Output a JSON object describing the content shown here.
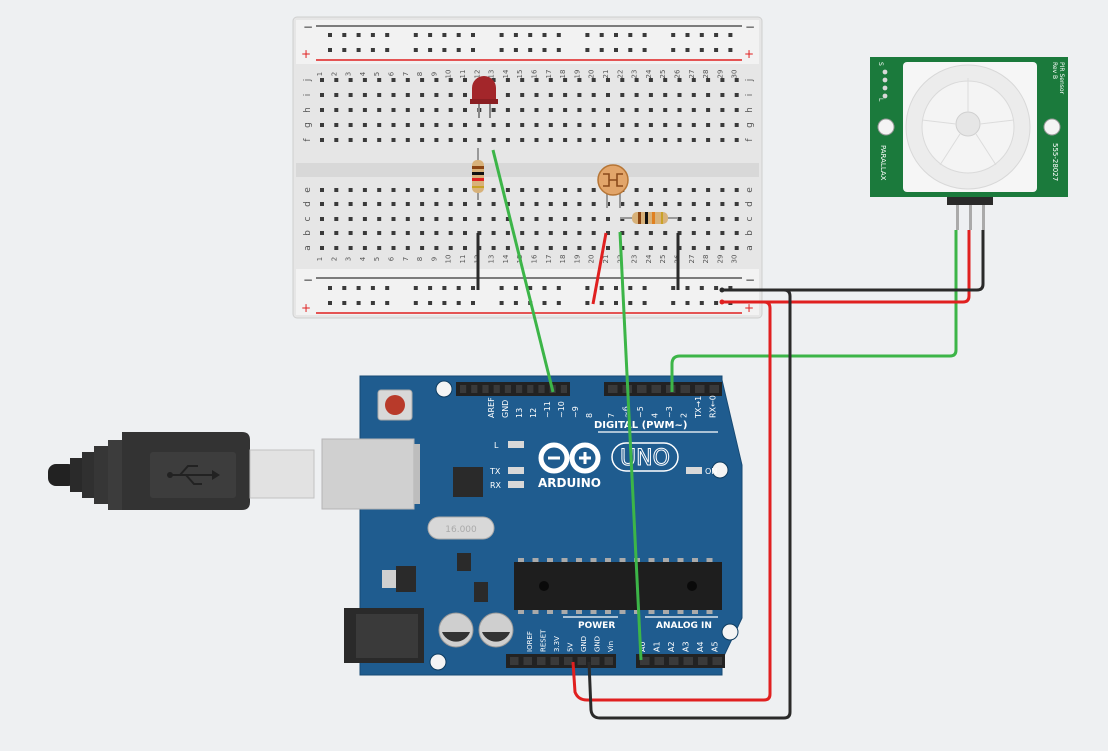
{
  "breadboard": {
    "columns": [
      "1",
      "2",
      "3",
      "4",
      "5",
      "6",
      "7",
      "8",
      "9",
      "10",
      "11",
      "12",
      "13",
      "14",
      "15",
      "16",
      "17",
      "18",
      "19",
      "20",
      "21",
      "22",
      "23",
      "24",
      "25",
      "26",
      "27",
      "28",
      "29",
      "30"
    ],
    "top_rows": [
      "j",
      "i",
      "h",
      "g",
      "f"
    ],
    "bottom_rows": [
      "e",
      "d",
      "c",
      "b",
      "a"
    ],
    "rail_minus": "−",
    "rail_plus": "+"
  },
  "pir_sensor": {
    "name_line1": "PIR Sensor",
    "name_line2": "Rev B",
    "brand": "PARALLAX",
    "part_number": "555-28027",
    "pins": [
      "S",
      "+",
      "−",
      "L"
    ]
  },
  "arduino": {
    "brand": "ARDUINO",
    "model": "UNO",
    "digital_label": "DIGITAL (PWM~)",
    "digital_pins_left": [
      "AREF",
      "GND",
      "13",
      "12",
      "~11",
      "~10",
      "~9",
      "8"
    ],
    "digital_pins_right": [
      "7",
      "~6",
      "~5",
      "4",
      "~3",
      "2",
      "TX→1",
      "RX←0"
    ],
    "power_label": "POWER",
    "power_pins": [
      "IOREF",
      "RESET",
      "3.3V",
      "5V",
      "GND",
      "GND",
      "Vin"
    ],
    "analog_label": "ANALOG IN",
    "analog_pins": [
      "A0",
      "A1",
      "A2",
      "A3",
      "A4",
      "A5"
    ],
    "led_l": "L",
    "led_tx": "TX",
    "led_rx": "RX",
    "led_on": "ON",
    "crystal_label": "16.000"
  },
  "colors": {
    "board_blue": "#1f5c8f",
    "wire_green": "#3cb548",
    "wire_red": "#e02020",
    "wire_black": "#2a2a2a",
    "pir_green": "#1b7a3c"
  }
}
